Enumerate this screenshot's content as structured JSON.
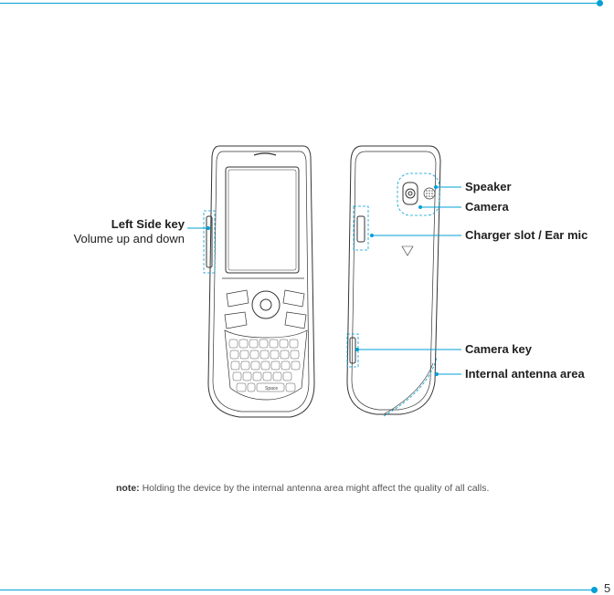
{
  "page": {
    "number": "5"
  },
  "labels": {
    "left_side_key": "Left Side key",
    "left_side_key_desc": "Volume up and down",
    "speaker": "Speaker",
    "camera": "Camera",
    "charger_slot": "Charger slot / Ear mic",
    "camera_key": "Camera key",
    "internal_antenna": "Internal antenna area"
  },
  "note": {
    "label": "note:",
    "text": " Holding the device by the internal antenna area might affect the quality of all calls."
  },
  "keypad": {
    "space_label": "Space"
  },
  "colors": {
    "accent": "#00a0d6",
    "line_art": "#333333"
  }
}
